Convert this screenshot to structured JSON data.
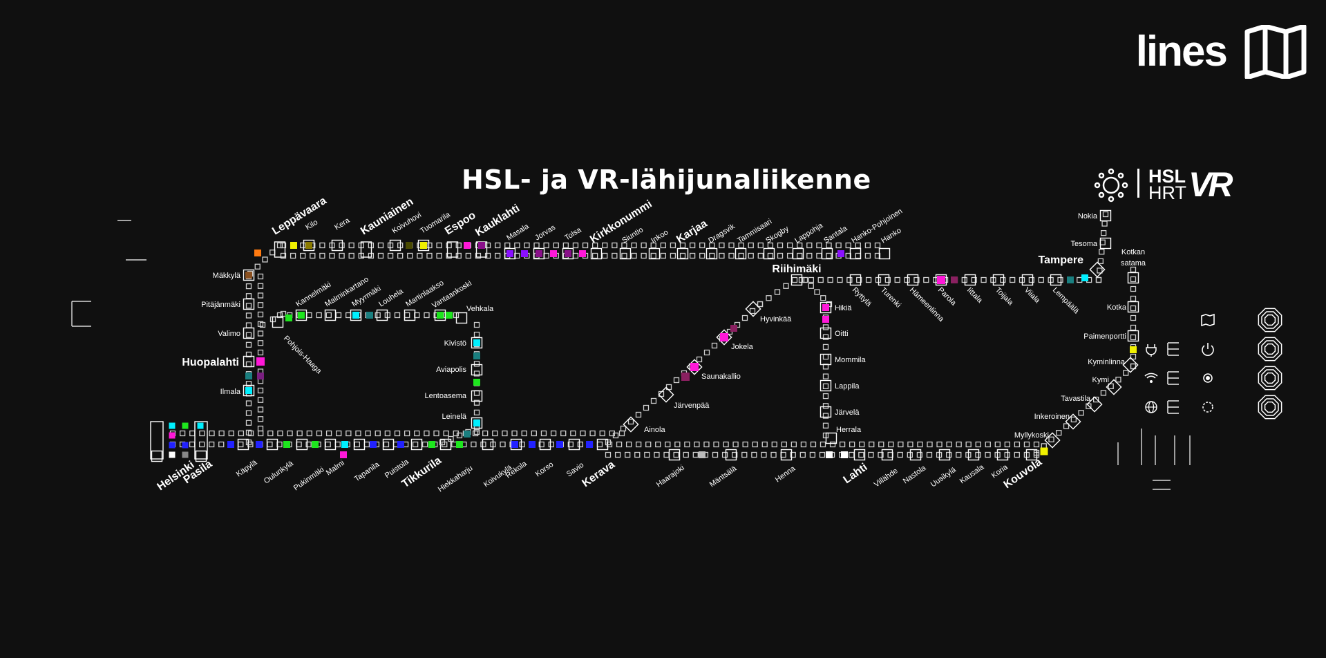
{
  "brand": {
    "label": "lines",
    "icon": "map-icon"
  },
  "header": {
    "title": "HSL- ja VR-lähijunaliikenne"
  },
  "logos": {
    "hsl_top": "HSL",
    "hsl_bottom": "HRT",
    "vr": "VR",
    "sun_icon": "sun-icon"
  },
  "colors": {
    "bg": "#101010",
    "cyan": "#00f0ff",
    "magenta": "#ff18d8",
    "green": "#1ee61e",
    "blue": "#2222ff",
    "purple": "#8a10ff",
    "yellow": "#f0f000",
    "orange": "#ff7a10"
  },
  "stations": [
    {
      "name": "Helsinki",
      "big": true
    },
    {
      "name": "Pasila",
      "big": true
    },
    {
      "name": "Käpylä"
    },
    {
      "name": "Oulunkylä"
    },
    {
      "name": "Pukinmäki"
    },
    {
      "name": "Malmi"
    },
    {
      "name": "Tapanila"
    },
    {
      "name": "Puistola"
    },
    {
      "name": "Tikkurila",
      "big": true
    },
    {
      "name": "Hiekkaharju"
    },
    {
      "name": "Koivukylä"
    },
    {
      "name": "Rekola"
    },
    {
      "name": "Korso"
    },
    {
      "name": "Savio"
    },
    {
      "name": "Kerava",
      "big": true
    },
    {
      "name": "Haarajoki"
    },
    {
      "name": "Mäntsälä"
    },
    {
      "name": "Henna"
    },
    {
      "name": "Lahti",
      "big": true
    },
    {
      "name": "Villähde"
    },
    {
      "name": "Nastola"
    },
    {
      "name": "Uusikylä"
    },
    {
      "name": "Kausala"
    },
    {
      "name": "Koria"
    },
    {
      "name": "Kouvola",
      "big": true
    },
    {
      "name": "Myllykoski"
    },
    {
      "name": "Inkeroinen"
    },
    {
      "name": "Tavastila"
    },
    {
      "name": "Kymi"
    },
    {
      "name": "Kyminlinna"
    },
    {
      "name": "Paimenportti"
    },
    {
      "name": "Kotka"
    },
    {
      "name": "Kotkan"
    },
    {
      "name": "satama"
    },
    {
      "name": "Ilmala"
    },
    {
      "name": "Huopalahti",
      "big": true
    },
    {
      "name": "Valimo"
    },
    {
      "name": "Pitäjänmäki"
    },
    {
      "name": "Mäkkylä"
    },
    {
      "name": "Leppävaara",
      "big": true
    },
    {
      "name": "Kilo"
    },
    {
      "name": "Kera"
    },
    {
      "name": "Kauniainen",
      "big": true
    },
    {
      "name": "Koivuhovi"
    },
    {
      "name": "Tuomarila"
    },
    {
      "name": "Espoo",
      "big": true
    },
    {
      "name": "Kauklahti",
      "big": true
    },
    {
      "name": "Masala"
    },
    {
      "name": "Jorvas"
    },
    {
      "name": "Tolsa"
    },
    {
      "name": "Kirkkonummi",
      "big": true
    },
    {
      "name": "Siuntio"
    },
    {
      "name": "Inkoo"
    },
    {
      "name": "Karjaa",
      "big": true
    },
    {
      "name": "Dragsvik"
    },
    {
      "name": "Tammisaari"
    },
    {
      "name": "Skogby"
    },
    {
      "name": "Lappohja"
    },
    {
      "name": "Santala"
    },
    {
      "name": "Hanko-Pohjoinen"
    },
    {
      "name": "Hanko"
    },
    {
      "name": "Pohjois-Haaga"
    },
    {
      "name": "Kannelmäki"
    },
    {
      "name": "Malminkartano"
    },
    {
      "name": "Myyrmäki"
    },
    {
      "name": "Louhela"
    },
    {
      "name": "Martinlaakso"
    },
    {
      "name": "Vantaankoski"
    },
    {
      "name": "Vehkala"
    },
    {
      "name": "Kivistö"
    },
    {
      "name": "Aviapolis"
    },
    {
      "name": "Lentoasema"
    },
    {
      "name": "Leinelä"
    },
    {
      "name": "Ainola"
    },
    {
      "name": "Järvenpää"
    },
    {
      "name": "Saunakallio"
    },
    {
      "name": "Jokela"
    },
    {
      "name": "Hyvinkää"
    },
    {
      "name": "Riihimäki",
      "big": true
    },
    {
      "name": "Ryttylä"
    },
    {
      "name": "Turenki"
    },
    {
      "name": "Hämeenlinna"
    },
    {
      "name": "Parola"
    },
    {
      "name": "Iittala"
    },
    {
      "name": "Toijala"
    },
    {
      "name": "Viiala"
    },
    {
      "name": "Lempäälä"
    },
    {
      "name": "Tampere",
      "big": true
    },
    {
      "name": "Tesoma"
    },
    {
      "name": "Nokia"
    },
    {
      "name": "Hikiä"
    },
    {
      "name": "Oitti"
    },
    {
      "name": "Mommila"
    },
    {
      "name": "Lappila"
    },
    {
      "name": "Järvelä"
    },
    {
      "name": "Herrala"
    }
  ],
  "side_menu": [
    {
      "icon": "map-icon",
      "name": "map-button"
    },
    {
      "icon": "power-icon",
      "name": "power-button"
    },
    {
      "icon": "brightness-icon",
      "name": "brightness-button"
    },
    {
      "icon": "settings-icon",
      "name": "settings-button"
    }
  ],
  "status_icons": [
    "plug-icon",
    "wifi-icon",
    "globe-icon"
  ]
}
